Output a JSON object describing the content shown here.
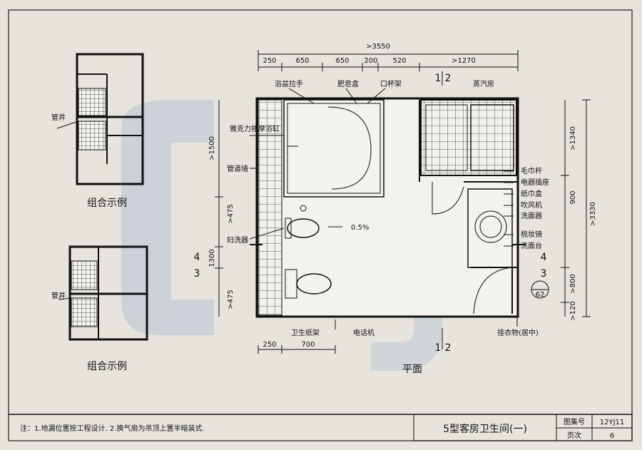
{
  "dimensions": {
    "top_total": ">3550",
    "top_segments": [
      "250",
      "650",
      "650",
      "200",
      "520",
      ">1270"
    ],
    "bottom_segments": [
      "250",
      "700"
    ],
    "left_segments": [
      ">1500",
      ">475",
      "1300",
      ">475"
    ],
    "right_segments": [
      ">1340",
      "900",
      ">3330",
      ">800",
      ">120"
    ]
  },
  "labels": {
    "bath_handle": "浴盆拉手",
    "soap_dish": "肥皂盒",
    "cup_holder": "口杯架",
    "steam_room": "蒸汽房",
    "tub": "雅克力按摩浴缸",
    "pipe_wall": "管道墙",
    "bidet": "妇洗器",
    "towel_rail": "毛巾杆",
    "socket": "电器插座",
    "tissue_box": "纸巾盒",
    "hair_dryer": "吹风机",
    "washbasin": "洗面器",
    "mirror": "梳妆镜",
    "counter": "洗面台",
    "paper_holder": "卫生纸架",
    "phone": "电话机",
    "hook": "挂衣物(居中)",
    "slope": "0.5%",
    "plan": "平面",
    "shaft_1": "管井",
    "shaft_2": "管井",
    "combo_1": "组合示例",
    "combo_2": "组合示例",
    "section_top": "1",
    "section_top_2": "2",
    "section_bottom": "1",
    "section_bottom_2": "2",
    "sec_left_num": "4",
    "sec_left_den": "3",
    "sec_right_num": "4",
    "sec_right_den": "3",
    "detail_ref": "62"
  },
  "footer": {
    "notes": "注：1.地漏位置按工程设计.    2.换气扇为吊顶上置半暗装式.",
    "title": "5型客房卫生间(一)",
    "atlas_label": "图集号",
    "atlas_value": "12YJ11",
    "page_label": "页次",
    "page_value": "6"
  }
}
